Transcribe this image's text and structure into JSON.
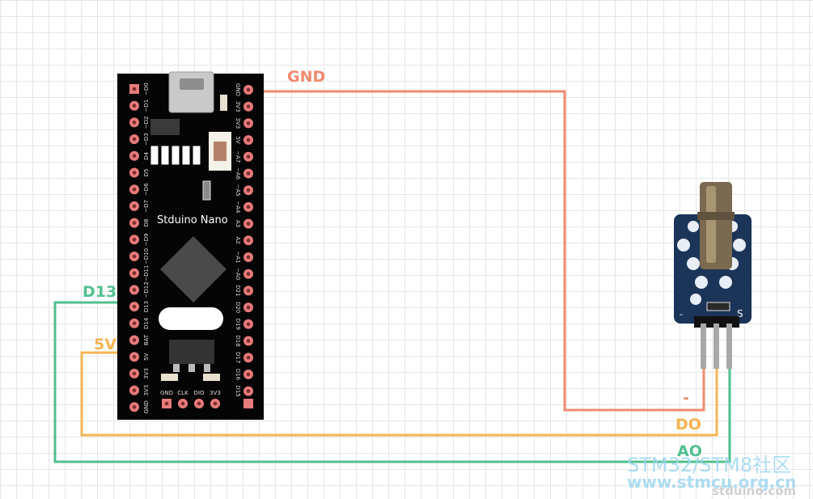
{
  "board": {
    "name": "Stduino Nano",
    "left_pins": [
      "D0",
      "D1",
      "D2",
      "D3",
      "D4",
      "D5",
      "D6",
      "D7",
      "D8",
      "D9",
      "D10",
      "D11",
      "D12",
      "D13",
      "D14",
      "BAT",
      "5V",
      "3V3",
      "3V3",
      "GND"
    ],
    "left_pin_labels": [
      "~D0",
      "~D1",
      "~D2",
      "~D3",
      "D4",
      "D5",
      "~D6",
      "~D7",
      "D8",
      "~D9",
      "~D10",
      "~D11",
      "~D12",
      "D13",
      "D14",
      "BAT",
      "5V",
      "3V3",
      "3V3",
      "GND"
    ],
    "right_pin_labels": [
      "GND",
      "3V3",
      "3V3",
      "5V",
      "~A7",
      "~A6",
      "~A5",
      "~A4",
      "A3",
      "A2",
      "~A1",
      "~A0",
      "D21",
      "D20",
      "D19",
      "D18",
      "D17",
      "D16",
      "D15"
    ],
    "bottom_pins": [
      "GND",
      "CLK",
      "DIO",
      "3V3"
    ]
  },
  "module": {
    "pin_labels": [
      "-",
      "S"
    ],
    "pin_s_label": "S"
  },
  "wires": [
    {
      "label": "GND",
      "color": "#ef8a6e"
    },
    {
      "label": "D13",
      "color": "#52c08e"
    },
    {
      "label": "5V",
      "color": "#f5b452"
    },
    {
      "label": "-",
      "color": "#ef8a6e"
    },
    {
      "label": "DO",
      "color": "#f5b452"
    },
    {
      "label": "AO",
      "color": "#52c08e"
    }
  ],
  "watermark": {
    "line1": "STM32/STM8社区",
    "line2": "www.stmcu.org.cn",
    "line3": "stduino.com"
  }
}
